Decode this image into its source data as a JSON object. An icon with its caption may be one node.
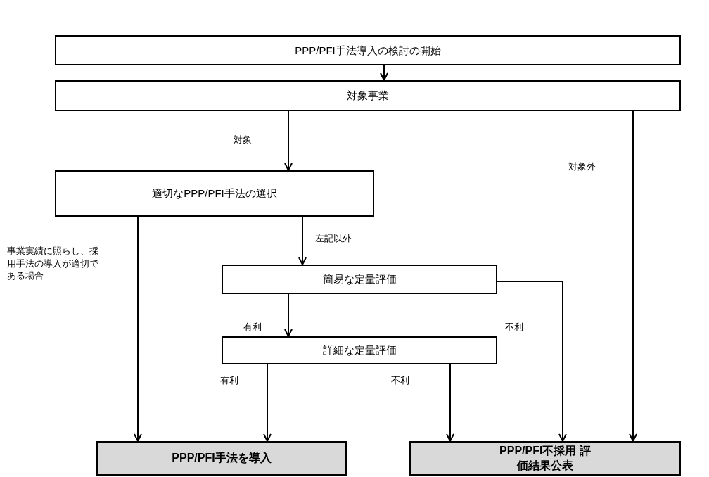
{
  "diagram": {
    "nodes": [
      {
        "text": [
          "PPP/PFI手法導入の検討の開始"
        ]
      },
      {
        "text": [
          "対象事業"
        ]
      },
      {
        "text": [
          "適切なPPP/PFI手法の選択"
        ]
      },
      {
        "text": [
          "簡易な定量評価"
        ]
      },
      {
        "text": [
          "詳細な定量評価"
        ]
      },
      {
        "text": [
          "PPP/PFI手法を導入"
        ]
      },
      {
        "text": [
          "PPP/PFI不採用 評価結果公表"
        ]
      }
    ],
    "edges": [
      {
        "from": 0,
        "to": 1,
        "arrow": "to"
      },
      {
        "from": 1,
        "to": 2,
        "arrow": "to",
        "label": "対象"
      },
      {
        "from": 1,
        "to": 6,
        "arrow": "to",
        "label": "対象外"
      },
      {
        "from": 2,
        "to": 5,
        "arrow": "to",
        "label": "事業実績に照らし、採用手法の導入が適切である場合"
      },
      {
        "from": 2,
        "to": 3,
        "arrow": "to",
        "label": "左記以外"
      },
      {
        "from": 3,
        "to": 4,
        "arrow": "to",
        "label": "有利"
      },
      {
        "from": 3,
        "to": 6,
        "arrow": "to",
        "label": "不利"
      },
      {
        "from": 4,
        "to": 5,
        "arrow": "to",
        "label": "有利"
      },
      {
        "from": 4,
        "to": 6,
        "arrow": "to",
        "label": "不利"
      }
    ]
  }
}
